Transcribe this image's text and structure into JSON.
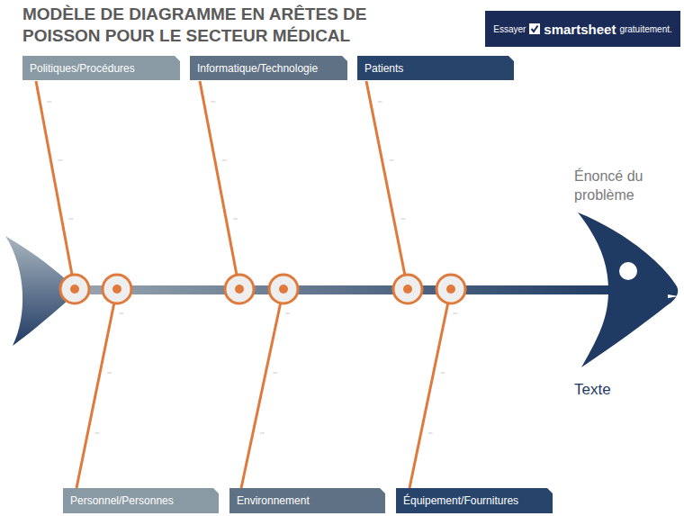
{
  "diagram": {
    "title": "MODÈLE DE DIAGRAMME EN ARÊTES DE POISSON POUR LE SECTEUR MÉDICAL",
    "nodes": [
      {
        "text": [
          "Essayer",
          "smartsheet",
          "gratuitement."
        ]
      },
      {
        "text": [
          "Politiques/Procédures"
        ]
      },
      {
        "text": [
          "Informatique/Technologie"
        ]
      },
      {
        "text": [
          "Patients"
        ]
      },
      {
        "text": [
          "Personnel/Personnes"
        ]
      },
      {
        "text": [
          "Environnement"
        ]
      },
      {
        "text": [
          "Équipement/Fournitures"
        ]
      }
    ],
    "labels": [
      "Énoncé du problème",
      "Texte"
    ]
  }
}
